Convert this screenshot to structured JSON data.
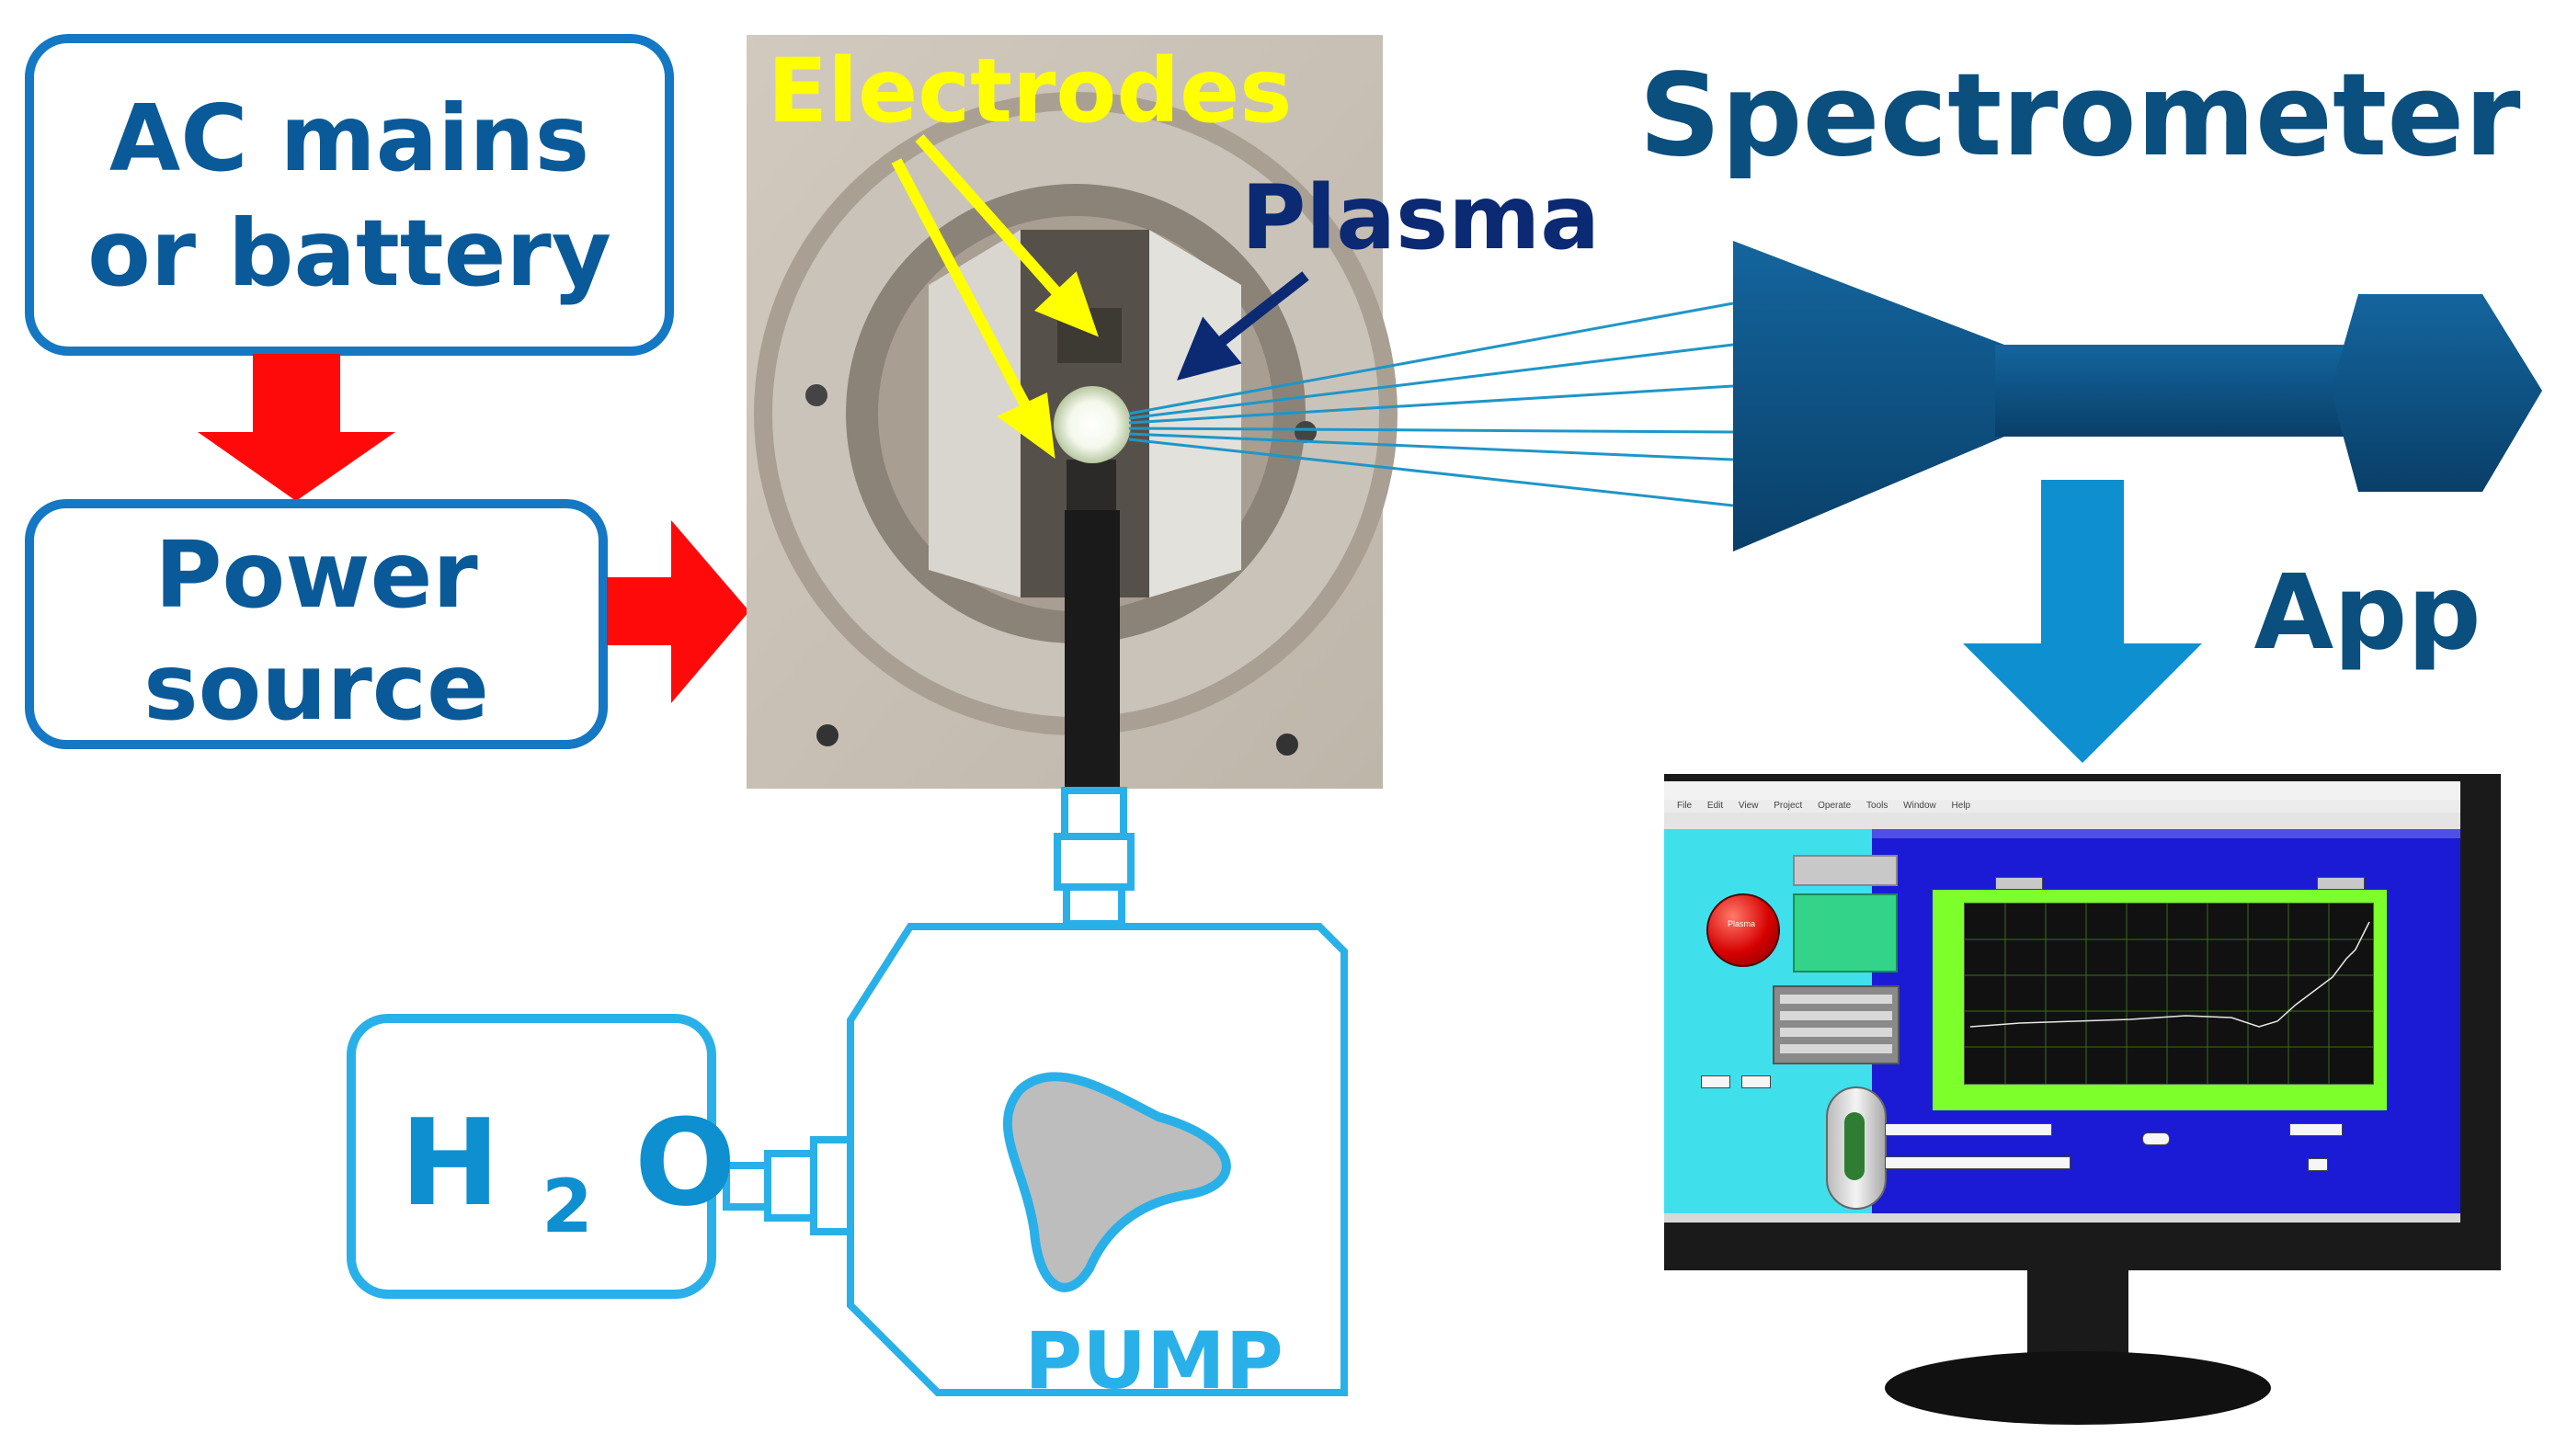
{
  "diagram": {
    "power_supply_label_1": "AC mains",
    "power_supply_label_2": "or battery",
    "power_source_label_1": "Power",
    "power_source_label_2": "source",
    "electrodes_label": "Electrodes",
    "plasma_label": "Plasma",
    "spectrometer_label": "Spectrometer",
    "app_label": "App",
    "water_label_main": "H",
    "water_label_sub": "2",
    "water_label_end": "O",
    "pump_label": "PUMP"
  },
  "screen_app": {
    "window_title": "",
    "menu_items": [
      "File",
      "Edit",
      "View",
      "Project",
      "Operate",
      "Tools",
      "Window",
      "Help"
    ],
    "plasma_indicator_label": "Plasma"
  },
  "colors": {
    "box_border": "#1478c4",
    "box_text": "#0a5a9a",
    "red_arrow": "#ff0a0a",
    "electrodes_yellow": "#ffff00",
    "plasma_navy": "#0b2a73",
    "spectrometer_blue": "#0a4f7e",
    "app_arrow": "#0e8fd0",
    "pump_cyan": "#2ab0e8",
    "water_text": "#0e8fd0"
  }
}
